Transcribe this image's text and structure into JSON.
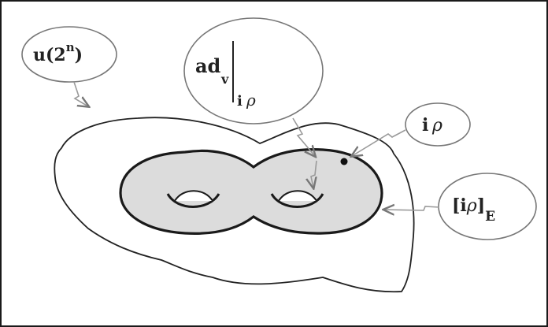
{
  "labels": {
    "u2n": {
      "base": "u(2",
      "sup": "n",
      "close": ")"
    },
    "adv": {
      "main": "ad",
      "sub_v": "v",
      "sub_bar": "i",
      "sub_rho": "ρ"
    },
    "irho": {
      "i": "i",
      "rho": "ρ"
    },
    "irho_E": {
      "open": "[",
      "i": "i",
      "rho": "ρ",
      "close": "]",
      "sub": "E"
    }
  },
  "colors": {
    "manifold_fill": "#ffffff",
    "torus_fill": "#dcdcdc",
    "outline": "#1a1a1a",
    "arrow": "#9a9a9a"
  }
}
